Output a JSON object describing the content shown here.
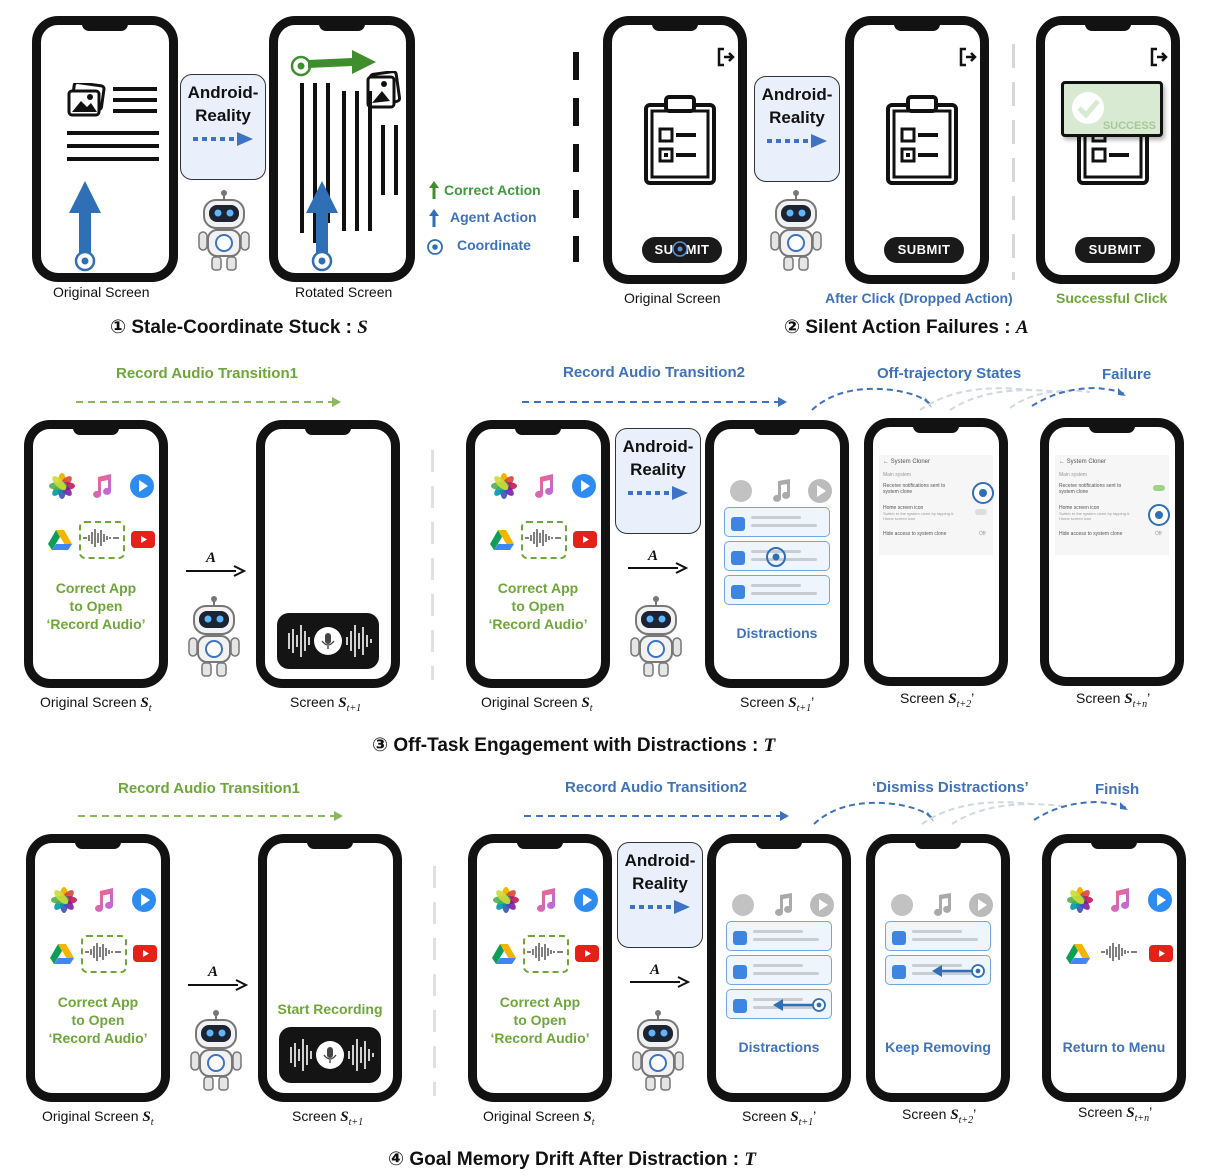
{
  "section1": {
    "title": "① Stale-Coordinate Stuck : ",
    "symbol": "S",
    "left_caption": "Original Screen",
    "right_caption": "Rotated Screen",
    "box_label_1": "Android-",
    "box_label_2": "Reality",
    "legend": {
      "correct_action": "Correct Action",
      "agent_action": "Agent Action",
      "coordinate": "Coordinate"
    }
  },
  "section2": {
    "title": "② Silent Action Failures : ",
    "symbol": "A",
    "caption_original": "Original Screen",
    "caption_dropped": "After Click (Dropped Action)",
    "caption_success": "Successful Click",
    "submit_label": "SUBMIT",
    "submit_label_partial_1": "SU",
    "submit_label_partial_2": "MIT",
    "success_badge": "SUCCESS",
    "box_label_1": "Android-",
    "box_label_2": "Reality"
  },
  "section3": {
    "title": "③ Off-Task Engagement with Distractions : ",
    "symbol": "T",
    "transition1": "Record Audio Transition1",
    "transition2": "Record Audio Transition2",
    "off_traj": "Off-trajectory States",
    "failure": "Failure",
    "correct_app_1": "Correct App",
    "correct_app_2": "to Open",
    "correct_app_3": "‘Record Audio’",
    "distractions": "Distractions",
    "action_label": "A",
    "box_label_1": "Android-",
    "box_label_2": "Reality",
    "captions": {
      "st": "Original Screen ",
      "st1": "Screen ",
      "st1p": "Screen ",
      "st2p": "Screen ",
      "stnp": "Screen "
    },
    "settings": {
      "title": "System Cloner",
      "group": "Main system",
      "row1": "Receive notifications sent to system clone",
      "row2": "Home screen icon",
      "row2_sub": "Switch to the system clone by tapping it. Home screen icon",
      "row3": "Hide access to system clone",
      "row3_value": "Off"
    }
  },
  "section4": {
    "title": "④ Goal Memory Drift After Distraction : ",
    "symbol": "T",
    "transition1": "Record Audio Transition1",
    "transition2": "Record Audio Transition2",
    "dismiss": "‘Dismiss Distractions’",
    "finish": "Finish",
    "correct_app_1": "Correct App",
    "correct_app_2": "to Open",
    "correct_app_3": "‘Record Audio’",
    "start_recording": "Start Recording",
    "distractions": "Distractions",
    "keep_removing": "Keep Removing",
    "return_menu": "Return to Menu",
    "action_label": "A",
    "box_label_1": "Android-",
    "box_label_2": "Reality"
  },
  "colors": {
    "green": "#6ea63a",
    "blue": "#3f72b8",
    "arrow_blue": "#2f6fb5",
    "arrow_green": "#3e8e2e"
  }
}
